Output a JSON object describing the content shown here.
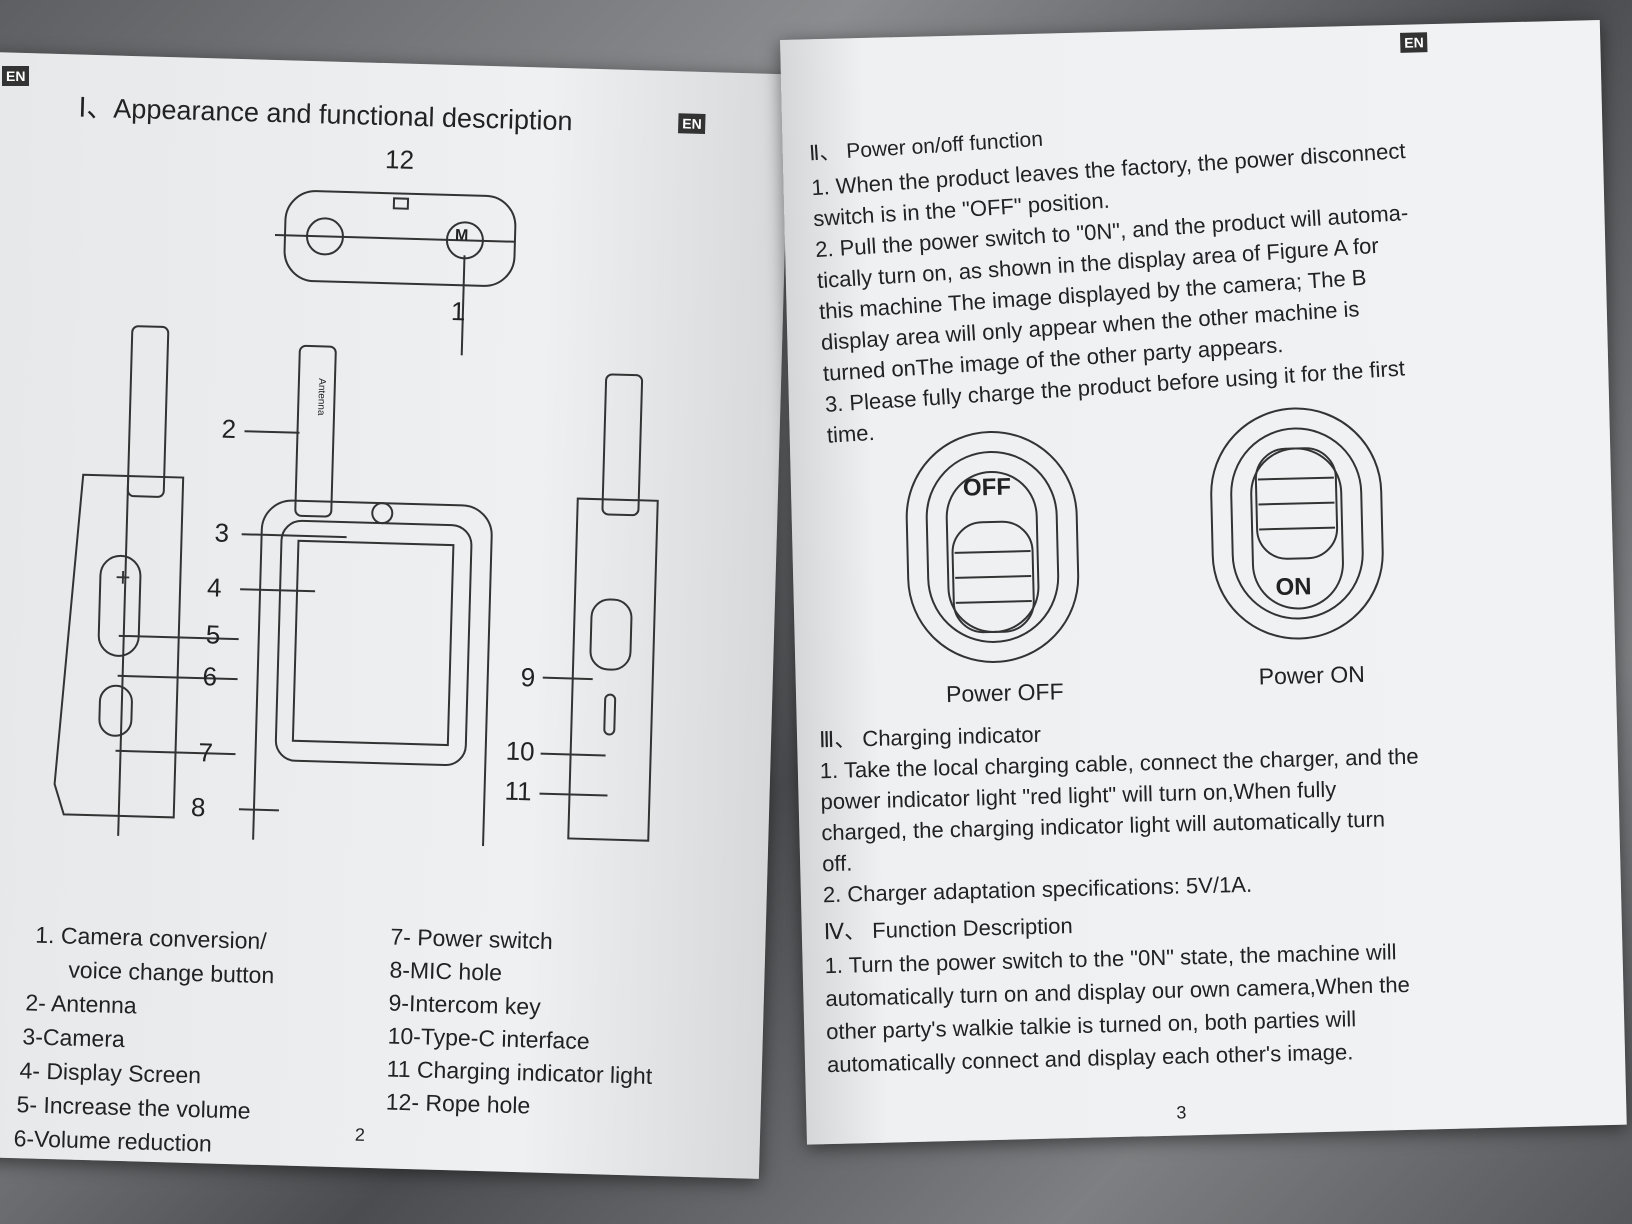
{
  "left_page": {
    "lang": "EN",
    "heading": "Ⅰ、Appearance and functional description",
    "callouts": [
      "12",
      "1",
      "2",
      "3",
      "4",
      "5",
      "6",
      "7",
      "8",
      "9",
      "10",
      "11"
    ],
    "legend_left": [
      "1. Camera conversion/",
      "voice change button",
      "2- Antenna",
      "3-Camera",
      "4- Display Screen",
      "5- Increase the volume",
      "6-Volume reduction"
    ],
    "legend_right": [
      "7- Power switch",
      "8-MIC hole",
      "9-Intercom key",
      "10-Type-C interface",
      "11 Charging indicator light",
      "12- Rope hole"
    ],
    "button_m": "M",
    "antenna_text": "Antenna",
    "page_number": "2"
  },
  "right_page": {
    "lang": "EN",
    "s2_heading": "Ⅱ、 Power on/off function",
    "s2_lines": [
      "1. When the product leaves the factory, the power disconnect",
      "switch is in the \"OFF\" position.",
      "2. Pull the power switch to \"0N\", and the product will automa-",
      "tically turn on, as shown in the display area of Figure A for",
      "this machine The image displayed by the camera; The B",
      "display area will only appear when the other machine is",
      "turned onThe image of the other party appears.",
      "3. Please fully charge the product before using it for the first",
      "time."
    ],
    "switch_off_label": "OFF",
    "switch_on_label": "ON",
    "caption_off": "Power OFF",
    "caption_on": "Power ON",
    "s3_heading": "Ⅲ、 Charging indicator",
    "s3_lines": [
      "1. Take the local charging cable, connect the charger, and the",
      "power indicator light \"red light\" will turn on,When fully",
      "charged, the charging indicator light will automatically turn",
      "off.",
      "2. Charger adaptation specifications: 5V/1A."
    ],
    "s4_heading": "Ⅳ、 Function Description",
    "s4_lines": [
      "1. Turn the power switch to the \"0N\" state, the machine will",
      "automatically turn on and display our own camera,When the",
      "other party's walkie talkie is turned on, both parties will",
      "automatically connect and display each other's image."
    ],
    "page_number": "3"
  },
  "edge_tab": "EN"
}
